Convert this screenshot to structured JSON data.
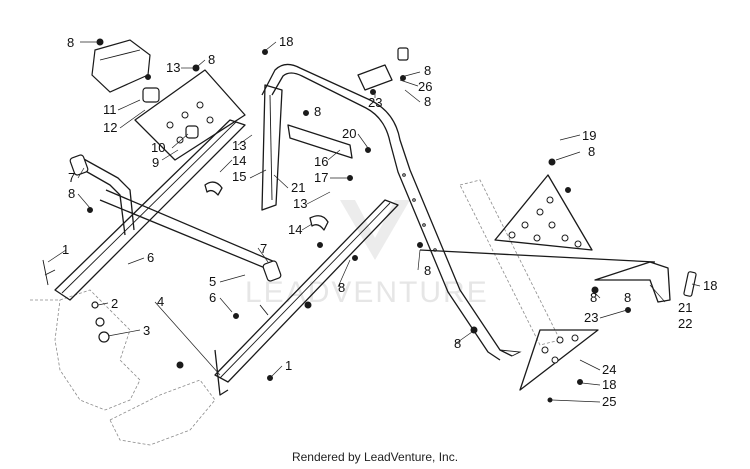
{
  "footer": {
    "credit": "Rendered by LeadVenture, Inc."
  },
  "watermark": {
    "text": "LEADVENTURE"
  },
  "callouts": [
    "8",
    "13",
    "8",
    "18",
    "8",
    "26",
    "8",
    "23",
    "8",
    "11",
    "12",
    "10",
    "9",
    "13",
    "14",
    "15",
    "21",
    "20",
    "16",
    "17",
    "19",
    "8",
    "7",
    "8",
    "13",
    "14",
    "7",
    "6",
    "1",
    "5",
    "6",
    "8",
    "8",
    "2",
    "3",
    "4",
    "1",
    "8",
    "18",
    "21",
    "22",
    "8",
    "23",
    "8",
    "24",
    "18",
    "25"
  ],
  "colors": {
    "line": "#1a1a1a",
    "watermark": "#e6e6e6",
    "background": "#ffffff"
  }
}
